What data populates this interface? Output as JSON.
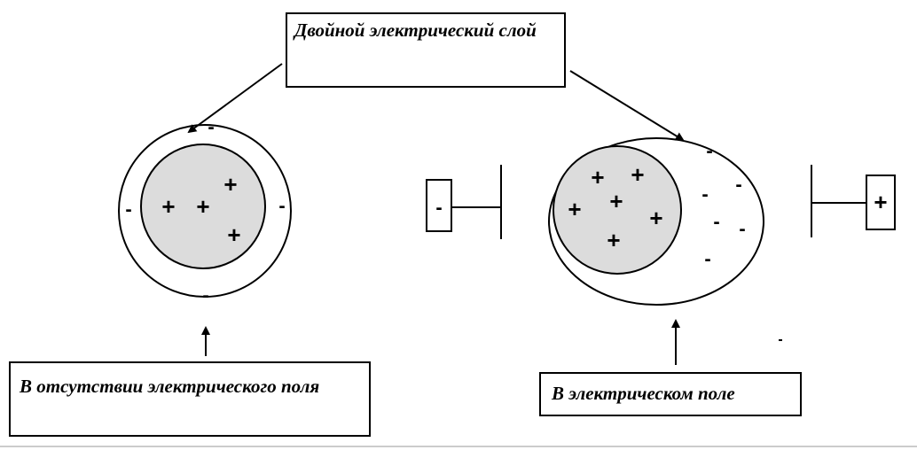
{
  "labels": {
    "double_layer": "Двойной электрический слой",
    "no_field": "В отсутствии электрического поля",
    "in_field": "В электрическом поле"
  },
  "charges": {
    "plus": "+",
    "minus": "-"
  },
  "colors": {
    "core_fill": "#dcdcdc",
    "stroke": "#000000",
    "background": "#ffffff"
  }
}
